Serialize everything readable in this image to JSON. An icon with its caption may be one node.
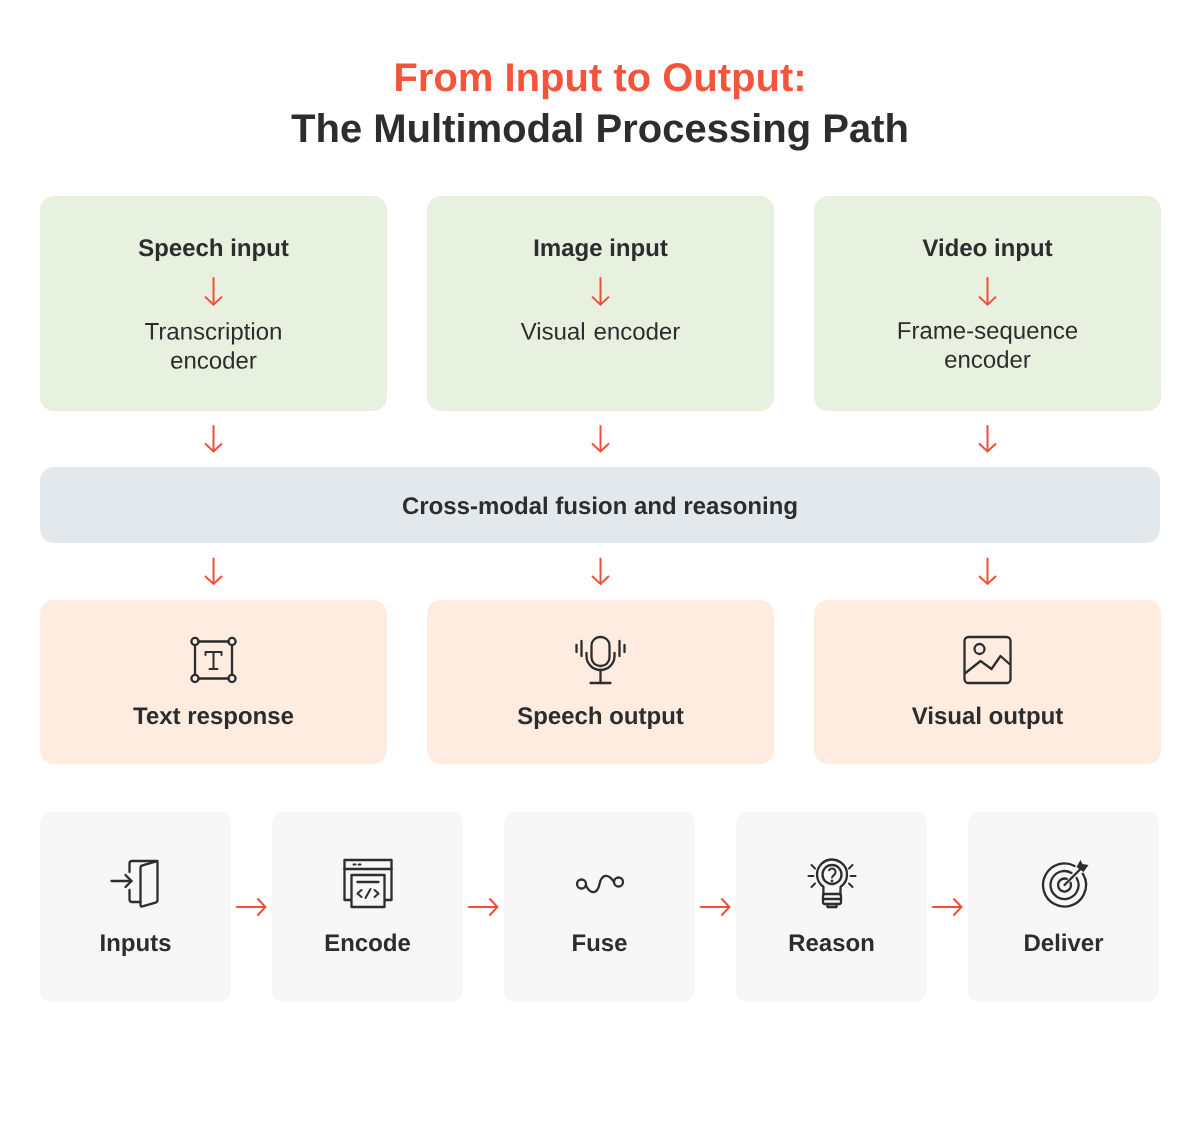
{
  "diagram": {
    "title": "From Input to Output:",
    "nodes": [
      {
        "text": [],
        "shape": "box"
      },
      {
        "text": [
          "Speech input"
        ],
        "in": 0
      },
      {
        "text": [
          "Transcription encoder"
        ],
        "in": 0
      },
      {
        "text": [],
        "shape": "box"
      },
      {
        "text": [
          "Image input"
        ],
        "in": 3
      },
      {
        "text": [
          "Visual encoder"
        ],
        "in": 3
      },
      {
        "text": [],
        "shape": "box"
      },
      {
        "text": [
          "Video input"
        ],
        "in": 6
      },
      {
        "text": [
          "Frame-sequence encoder"
        ],
        "in": 6
      },
      {
        "text": [
          "Cross-modal fusion and reasoning"
        ]
      },
      {
        "text": [
          "Text response"
        ]
      },
      {
        "text": [
          "Speech output"
        ]
      },
      {
        "text": [
          "Visual output"
        ]
      },
      {
        "text": [
          "Inputs"
        ]
      },
      {
        "text": [
          "Encode"
        ]
      },
      {
        "text": [
          "Fuse"
        ]
      },
      {
        "text": [
          "Reason"
        ]
      },
      {
        "text": [
          "Deliver"
        ]
      }
    ],
    "edges": [
      {
        "from": 1,
        "to": 2,
        "arrow": "to"
      },
      {
        "from": 4,
        "to": 5,
        "arrow": "to"
      },
      {
        "from": 7,
        "to": 8,
        "arrow": "to"
      },
      {
        "from": 0,
        "to": 9,
        "arrow": "to"
      },
      {
        "from": 3,
        "to": 9,
        "arrow": "to"
      },
      {
        "from": 6,
        "to": 9,
        "arrow": "to"
      },
      {
        "from": 9,
        "to": 10,
        "arrow": "to"
      },
      {
        "from": 9,
        "to": 11,
        "arrow": "to"
      },
      {
        "from": 9,
        "to": 12,
        "arrow": "to"
      },
      {
        "from": 13,
        "to": 14,
        "arrow": "to"
      },
      {
        "from": 14,
        "to": 15,
        "arrow": "to"
      },
      {
        "from": 15,
        "to": 16,
        "arrow": "to"
      },
      {
        "from": 16,
        "to": 17,
        "arrow": "to"
      }
    ],
    "labels": [
      "The Multimodal Processing Path"
    ]
  }
}
